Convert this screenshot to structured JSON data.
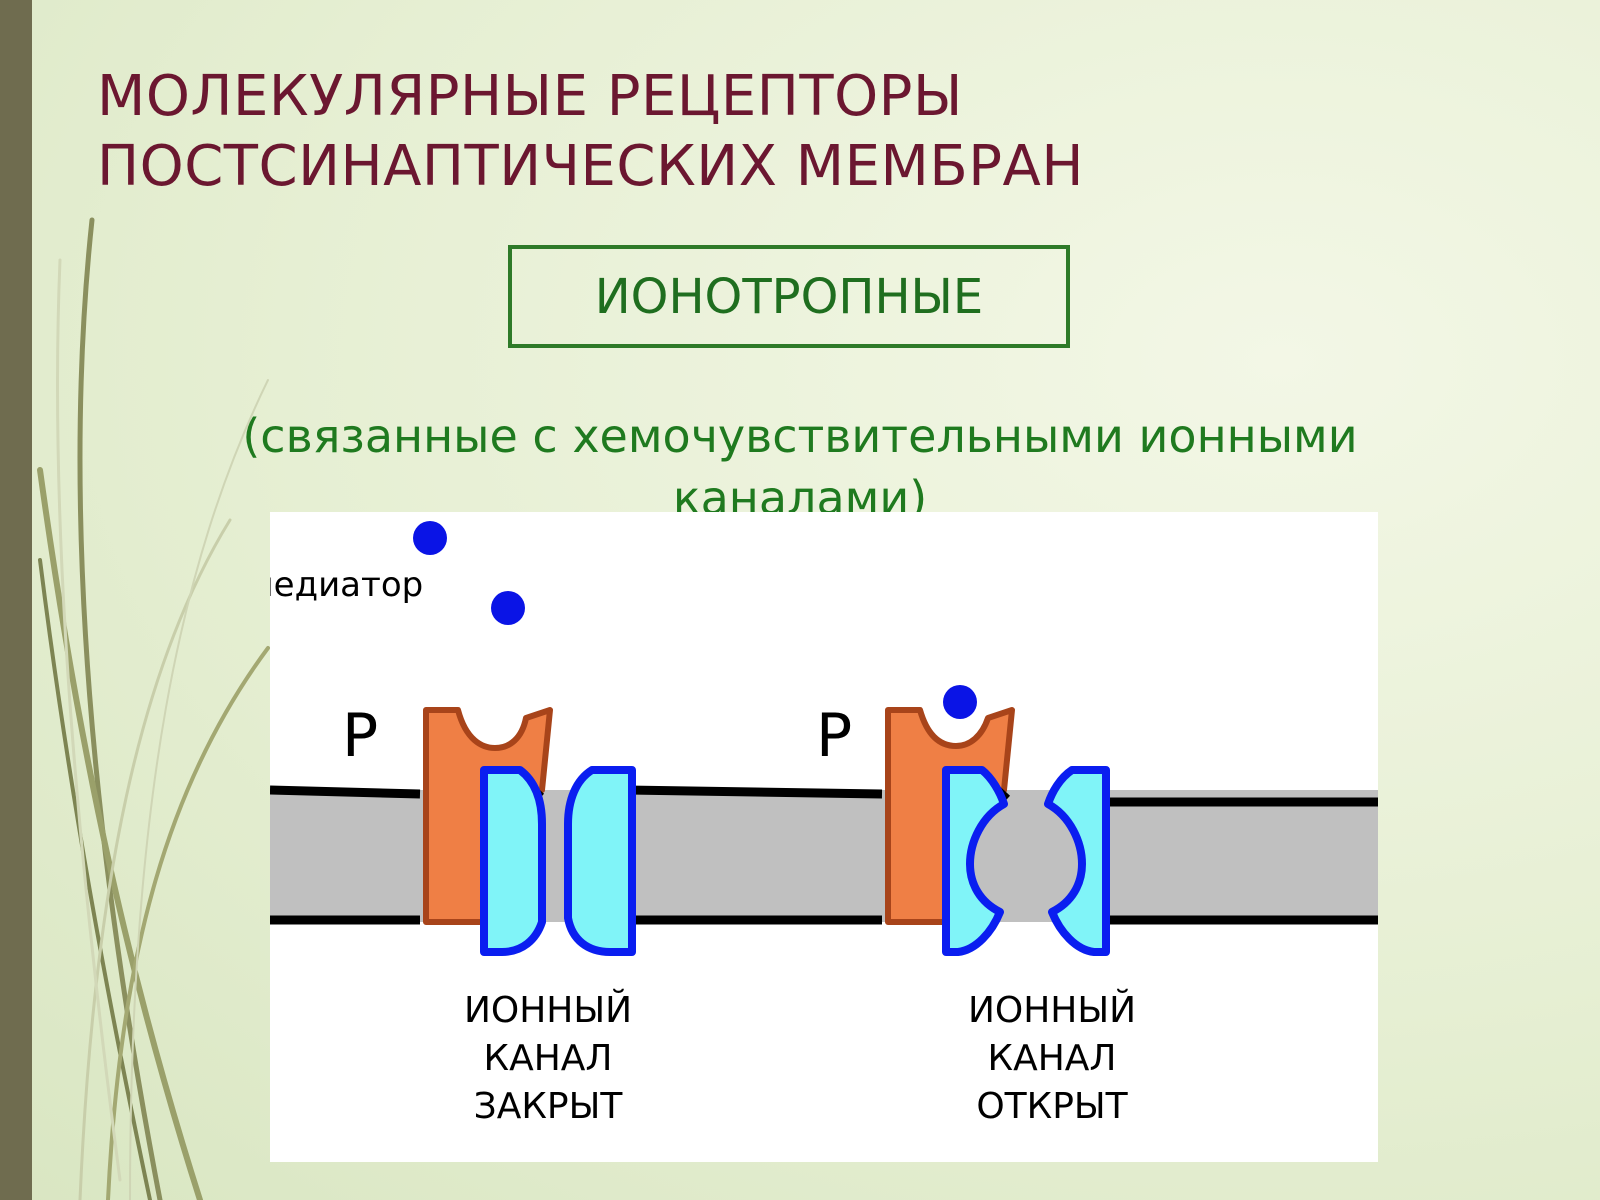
{
  "slide": {
    "title_lines": [
      "МОЛЕКУЛЯРНЫЕ РЕЦЕПТОРЫ",
      "ПОСТСИНАПТИЧЕСКИХ МЕМБРАН"
    ],
    "badge": "ИОНОТРОПНЫЕ",
    "subtitle_lines": [
      "(связанные с хемочувствительными ионными",
      "каналами)"
    ]
  },
  "diagram": {
    "mediator_label": "медиатор",
    "receptor_label_left": "Р",
    "receptor_label_right": "Р",
    "closed_channel_lines": [
      "ИОННЫЙ",
      "КАНАЛ",
      "ЗАКРЫТ"
    ],
    "open_channel_lines": [
      "ИОННЫЙ",
      "КАНАЛ",
      "ОТКРЫТ"
    ]
  },
  "colors": {
    "title": "#6b1730",
    "green_text": "#1f7a1f",
    "membrane": "#c0c0c0",
    "receptor": "#ef7f45",
    "receptor_outline": "#a8441a",
    "channel": "#80f4f8",
    "channel_outline": "#0a1ef0",
    "mediator": "#0a14e6"
  }
}
